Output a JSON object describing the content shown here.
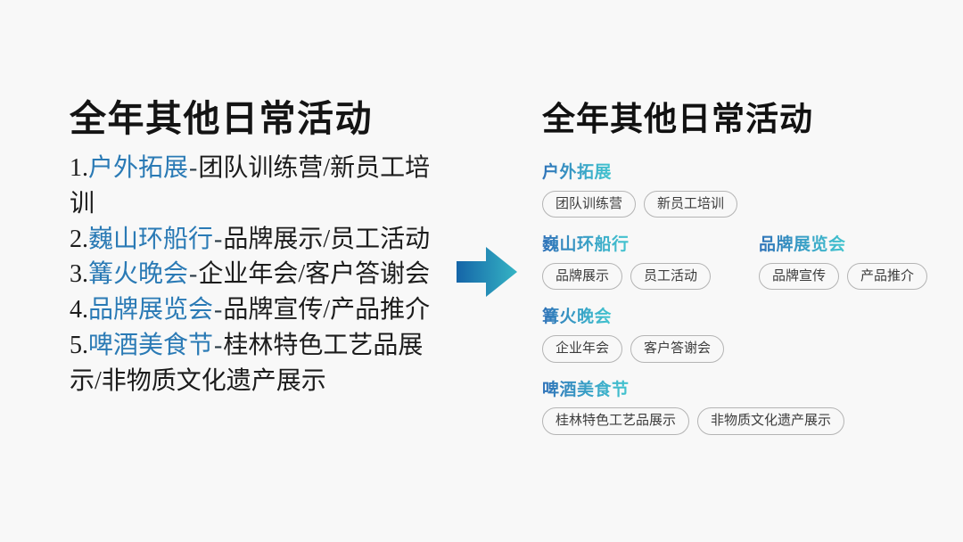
{
  "background_color": "#f8f8f8",
  "left": {
    "title": "全年其他日常活动",
    "items": [
      {
        "index": "1.",
        "name": "户外拓展",
        "dash": "-",
        "detail": "团队训练营/新员工培训"
      },
      {
        "index": "2.",
        "name": "巍山环船行",
        "dash": "-",
        "detail": "品牌展示/员工活动"
      },
      {
        "index": "3.",
        "name": "篝火晚会",
        "dash": "-",
        "detail": "企业年会/客户答谢会"
      },
      {
        "index": "4.",
        "name": "品牌展览会",
        "dash": "-",
        "detail": "品牌宣传/产品推介"
      },
      {
        "index": "5.",
        "name": "啤酒美食节",
        "dash": "-",
        "detail": "桂林特色工艺品展示/非物质文化遗产展示"
      }
    ],
    "name_color": "#2a7ab5",
    "text_color": "#1c1c1c"
  },
  "arrow": {
    "icon": "arrow-right-icon",
    "gradient_start": "#1565a8",
    "gradient_end": "#35b4c4"
  },
  "right": {
    "title": "全年其他日常活动",
    "heading_gradient_start": "#2f72b8",
    "heading_gradient_end": "#43c5cf",
    "tag_border_color": "#b4b4b4",
    "tag_text_color": "#3c3c3c",
    "groups": [
      {
        "columns": [
          {
            "heading": "户外拓展",
            "tags": [
              "团队训练营",
              "新员工培训"
            ]
          }
        ]
      },
      {
        "columns": [
          {
            "heading": "巍山环船行",
            "tags": [
              "品牌展示",
              "员工活动"
            ]
          },
          {
            "heading": "品牌展览会",
            "tags": [
              "品牌宣传",
              "产品推介"
            ]
          }
        ]
      },
      {
        "columns": [
          {
            "heading": "篝火晚会",
            "tags": [
              "企业年会",
              "客户答谢会"
            ]
          }
        ]
      },
      {
        "columns": [
          {
            "heading": "啤酒美食节",
            "tags": [
              "桂林特色工艺品展示",
              "非物质文化遗产展示"
            ]
          }
        ]
      }
    ]
  }
}
